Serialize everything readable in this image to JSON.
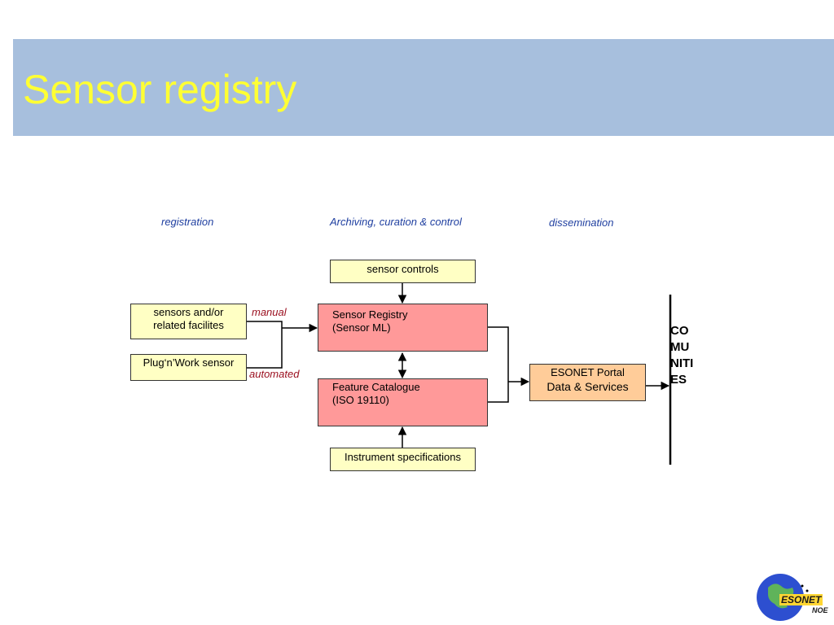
{
  "slide": {
    "title": "Sensor registry"
  },
  "columns": {
    "registration": "registration",
    "archiving": "Archiving, curation & control",
    "dissemination": "dissemination"
  },
  "boxes": {
    "sensor_controls": "sensor controls",
    "sensors_facilities_line1": "sensors and/or",
    "sensors_facilities_line2": "related facilites",
    "plug_n_work": "Plug‘n’Work sensor",
    "sensor_registry_line1": "Sensor Registry",
    "sensor_registry_line2": "(Sensor ML)",
    "feature_catalogue_line1": "Feature Catalogue",
    "feature_catalogue_line2": "(ISO 19110)",
    "instrument_specs": "Instrument specifications",
    "portal_line1": "ESONET Portal",
    "portal_line2": "Data & Services"
  },
  "modes": {
    "manual": "manual",
    "automated": "automated"
  },
  "communities": "COMUNITIES",
  "logo": {
    "text": "ESONET",
    "subtext": "NOE"
  },
  "colors": {
    "header": "#a7bfdd",
    "title": "#ffff33",
    "column_label": "#1f3fa0",
    "mode_label": "#9b1020",
    "yellow_box": "#ffffc4",
    "pink_box": "#ff9999",
    "orange_box": "#ffcc99"
  }
}
